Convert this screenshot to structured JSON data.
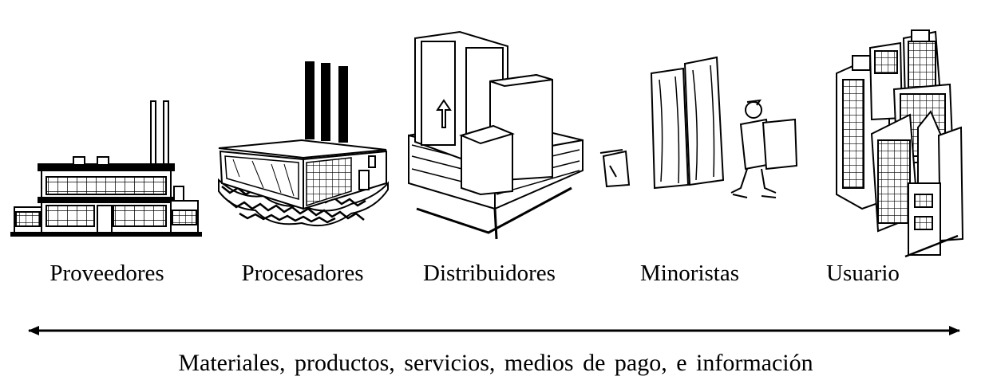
{
  "stages": [
    {
      "id": "proveedores",
      "label": "Proveedores",
      "icon": "factory-icon"
    },
    {
      "id": "procesadores",
      "label": "Procesadores",
      "icon": "processing-plant-icon"
    },
    {
      "id": "distribuidores",
      "label": "Distribuidores",
      "icon": "warehouse-icon"
    },
    {
      "id": "minoristas",
      "label": "Minoristas",
      "icon": "retail-delivery-icon"
    },
    {
      "id": "usuario",
      "label": "Usuario",
      "icon": "city-icon"
    }
  ],
  "flow": {
    "caption": "Materiales, productos, servicios, medios de pago, e información",
    "direction": "bidirectional"
  }
}
